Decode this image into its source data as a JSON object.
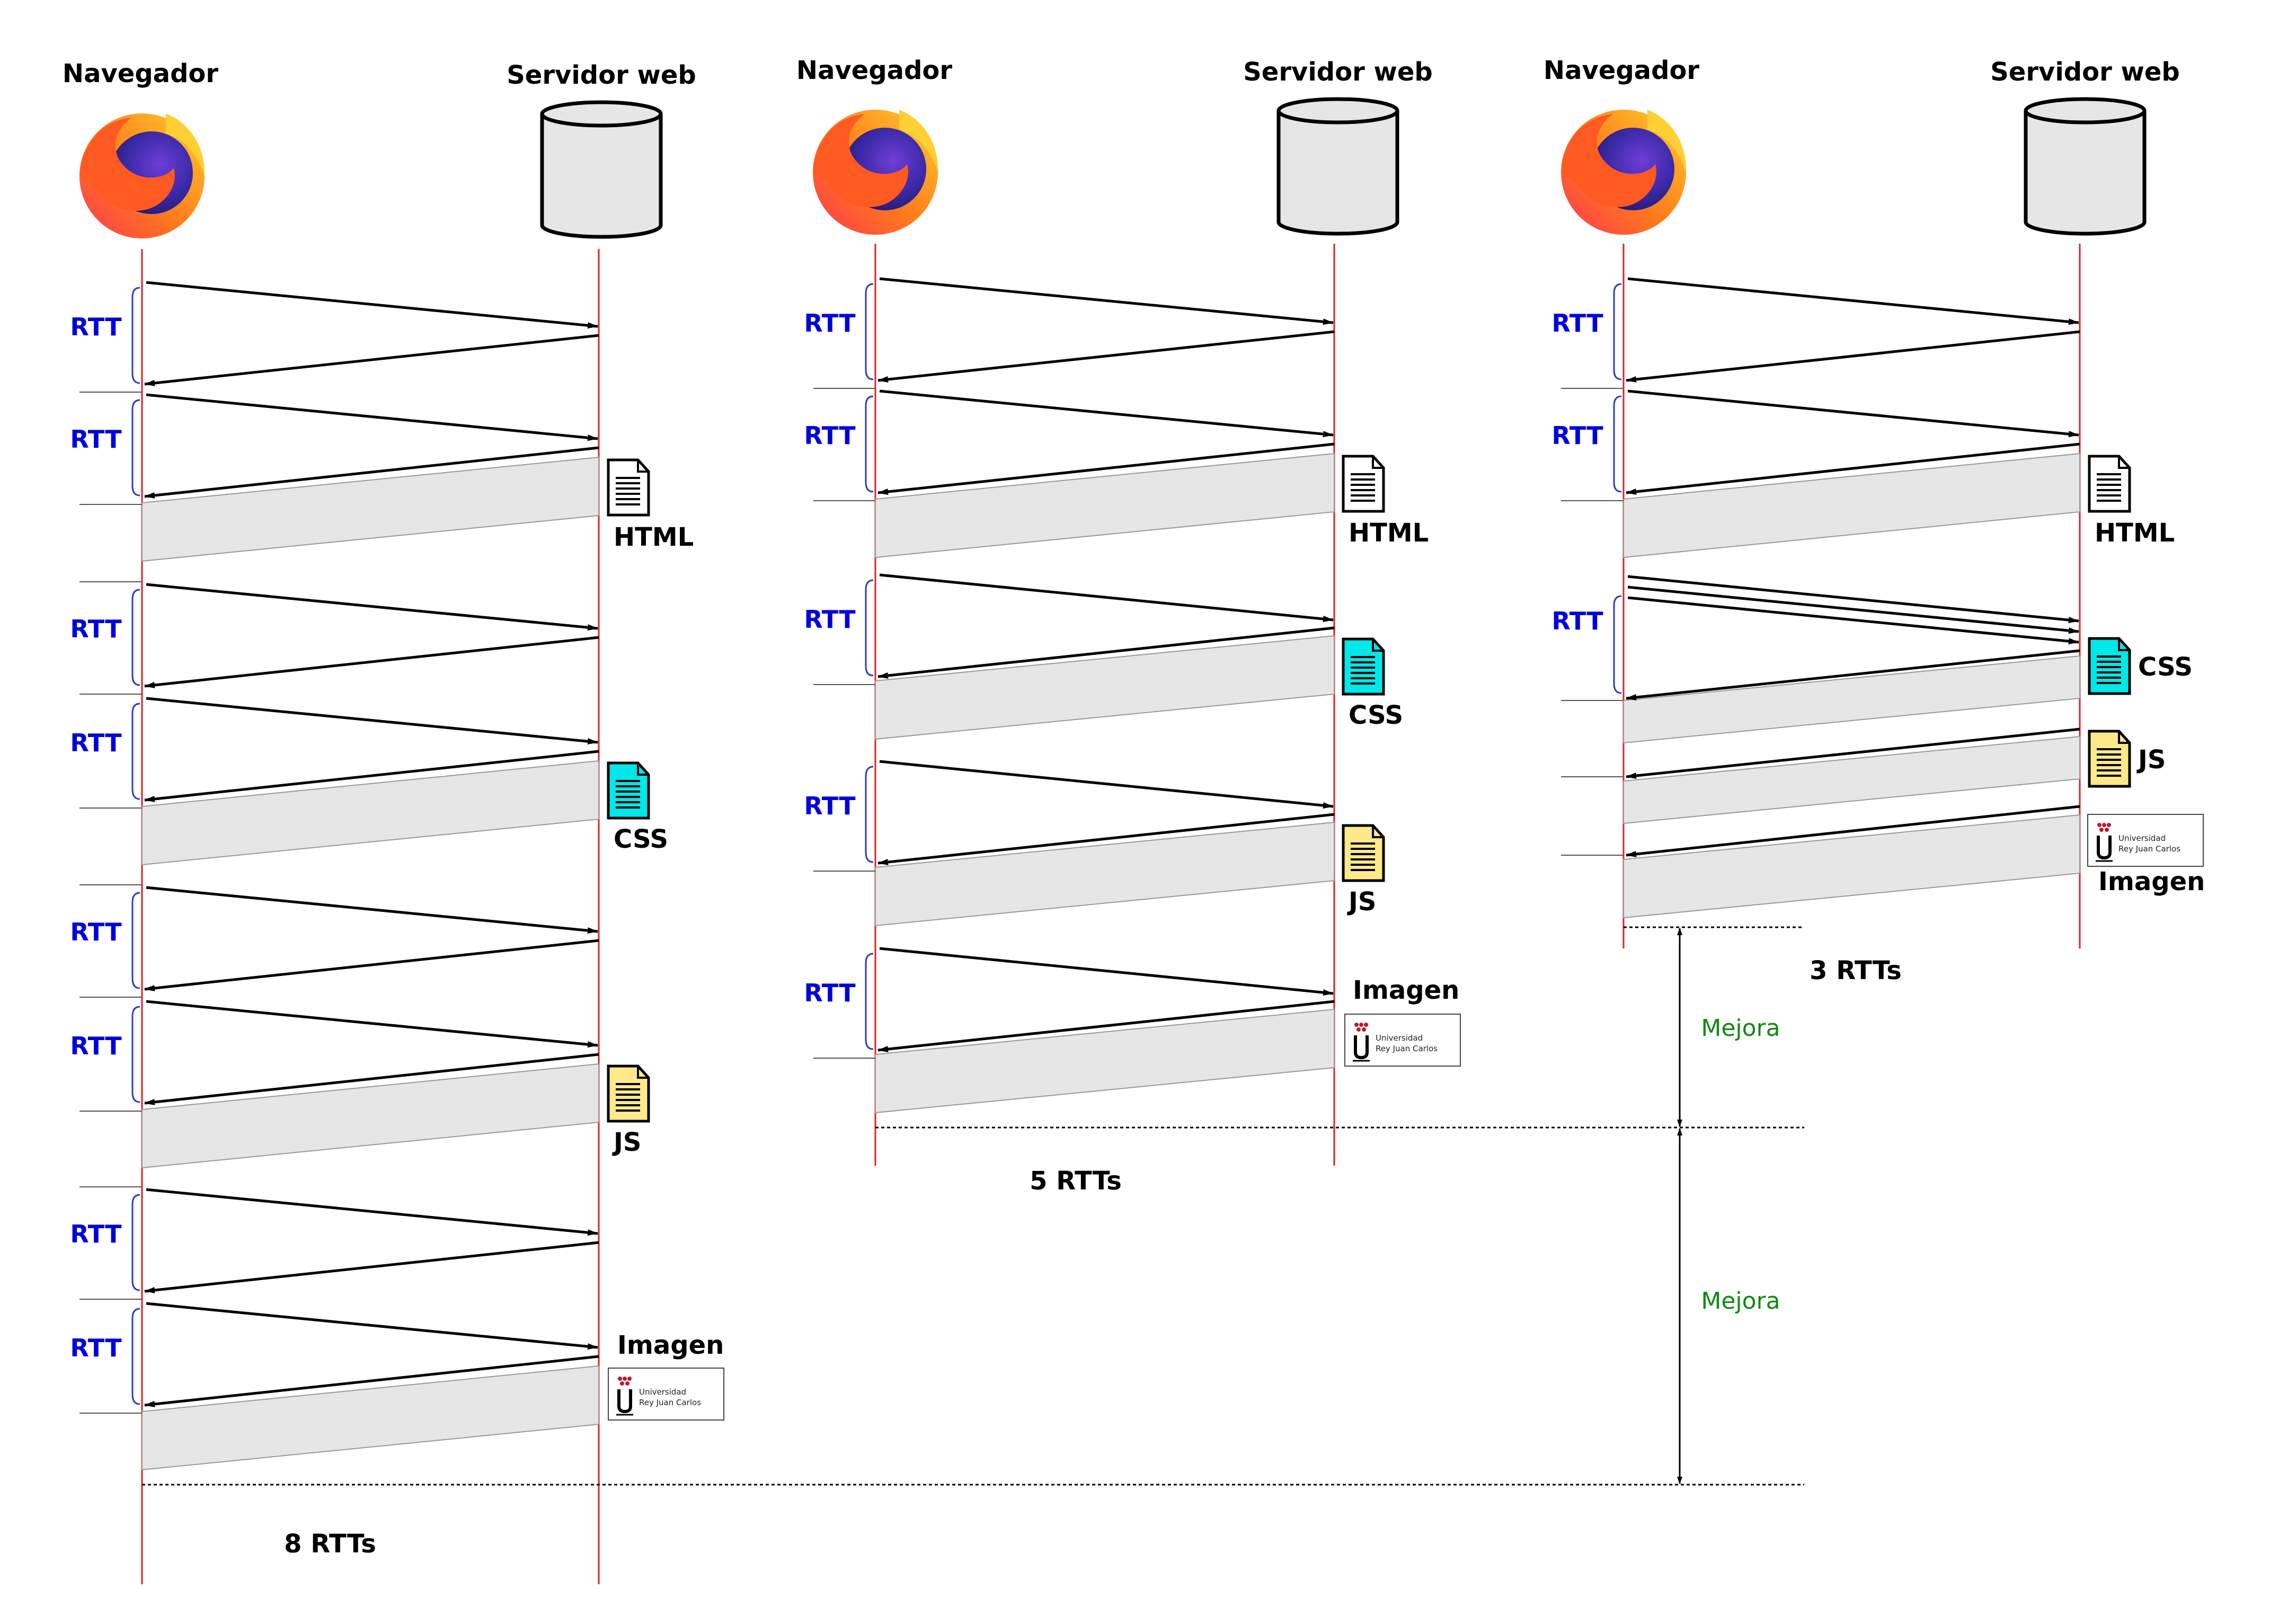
{
  "panels": [
    {
      "browser_label": "Navegador",
      "server_label": "Servidor web",
      "total": "8 RTTs"
    },
    {
      "browser_label": "Navegador",
      "server_label": "Servidor web",
      "total": "5 RTTs"
    },
    {
      "browser_label": "Navegador",
      "server_label": "Servidor web",
      "total": "3 RTTs"
    }
  ],
  "rtt_label": "RTT",
  "files": {
    "html": "HTML",
    "css": "CSS",
    "js": "JS",
    "image": "Imagen"
  },
  "improvement_label": "Mejora",
  "university_logo_text": [
    "Universidad",
    "Rey Juan Carlos"
  ],
  "colors": {
    "timeline": "#dd2222",
    "rtt_label": "#0000dd",
    "rtt_brace": "#2a3fbf",
    "improvement": "#118811",
    "transfer_band": "#e6e6e6",
    "css_icon": "#00e8e8",
    "js_icon": "#ffe98a",
    "logo_accent": "#c0182a"
  },
  "icons": [
    "firefox-logo-icon",
    "server-database-icon",
    "document-icon",
    "university-logo-icon"
  ]
}
